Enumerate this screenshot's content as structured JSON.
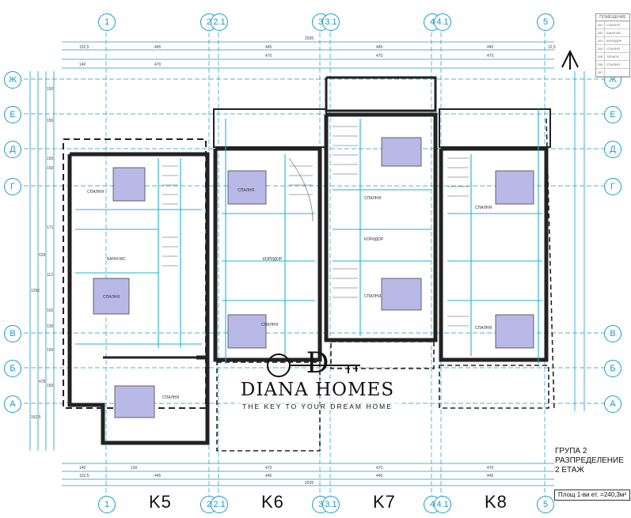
{
  "grid": {
    "cols_top": [
      "1",
      "2",
      "2.1",
      "3",
      "3.1",
      "4",
      "4.1",
      "5"
    ],
    "rows_left": [
      "Ж",
      "Е",
      "Д",
      "Г",
      "В",
      "Б",
      "А"
    ]
  },
  "units": [
    "K5",
    "K6",
    "K7",
    "K8"
  ],
  "legend": {
    "title": "ПОМЕЩЕНИЕ",
    "rows": [
      {
        "num": "201",
        "name": "СПАЛНЯ"
      },
      {
        "num": "202",
        "name": "БАНЯ-WC"
      },
      {
        "num": "203",
        "name": "КОРИДОР"
      },
      {
        "num": "204",
        "name": "СПАЛНЯ"
      },
      {
        "num": "205",
        "name": "ТЕРАСА"
      },
      {
        "num": "206",
        "name": "СПАЛНЯ"
      },
      {
        "num": "207",
        "name": ""
      }
    ]
  },
  "group": {
    "line1": "ГРУПА 2",
    "line2": "РАЗПРЕДЕЛЕНИЕ",
    "line3": "2 ЕТАЖ"
  },
  "area_note": "Площ 1-ви ет. =240,3м²",
  "brand": {
    "logo": "D",
    "name": "DIANA HOMES",
    "tagline": "THE KEY TO YOUR DREAM HOME"
  },
  "rooms": [
    {
      "label": "СПАЛНЯ"
    },
    {
      "label": "БАНЯ-WC"
    },
    {
      "label": "СПАЛНЯ"
    },
    {
      "label": "СПАЛНЯ"
    },
    {
      "label": "СПАЛНЯ"
    },
    {
      "label": "КОРИДОР"
    },
    {
      "label": "СПАЛНЯ"
    },
    {
      "label": "СПАЛНЯ"
    },
    {
      "label": "КОРИДОР"
    },
    {
      "label": "СПАЛНЯ"
    },
    {
      "label": "СПАЛНЯ"
    },
    {
      "label": "СПАЛНЯ"
    }
  ],
  "dims": {
    "top_total": "2035",
    "top_row1": [
      "152,5",
      "445",
      "445",
      "445",
      "445",
      "12,5"
    ],
    "top_row2": [
      "140",
      "470",
      "470",
      "470",
      "470"
    ],
    "bottom_total": "2035",
    "bottom_row1": [
      "140",
      "130",
      "470",
      "470",
      "470"
    ],
    "bottom_row2": [
      "152,5",
      "445",
      "445",
      "445",
      "445"
    ],
    "side_left": [
      "150",
      "150",
      "150",
      "150",
      "171",
      "626",
      "112",
      "1290",
      "102",
      "135",
      "150",
      "150",
      "478",
      "152,5"
    ]
  },
  "colors": {
    "grid": "#1a9ac9",
    "wall": "#222222",
    "cyan": "#18b5d6",
    "furniture": "#b9b9e8"
  }
}
